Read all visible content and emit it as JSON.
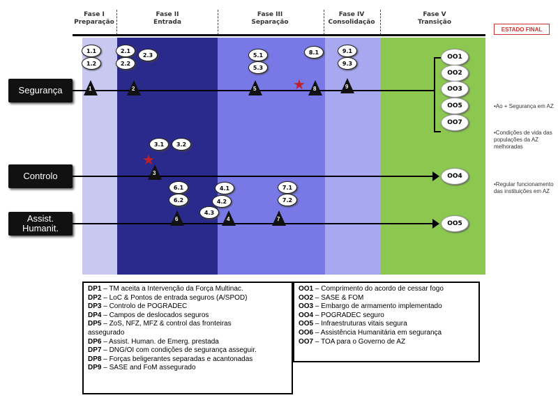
{
  "phases": [
    {
      "title": "Fase I",
      "subtitle": "Preparação"
    },
    {
      "title": "Fase II",
      "subtitle": "Entrada"
    },
    {
      "title": "Fase III",
      "subtitle": "Separação"
    },
    {
      "title": "Fase IV",
      "subtitle": "Consolidação"
    },
    {
      "title": "Fase V",
      "subtitle": "Transição"
    }
  ],
  "end_state_label": "ESTADO FINAL",
  "lanes": {
    "seguranca": "Segurança",
    "controlo": "Controlo",
    "assist": "Assist. Humanit."
  },
  "ovals": {
    "s11": "1.1",
    "s12": "1.2",
    "s21": "2.1",
    "s22": "2.2",
    "s23": "2.3",
    "s51": "5.1",
    "s53": "5.3",
    "s81": "8.1",
    "s91": "9.1",
    "s93": "9.3",
    "c31": "3.1",
    "c32": "3.2",
    "a61": "6.1",
    "a62": "6.2",
    "a41": "4.1",
    "a42": "4.2",
    "a43": "4.3",
    "a71": "7.1",
    "a72": "7.2"
  },
  "triangles": {
    "t1": "1",
    "t2": "2",
    "t5": "5",
    "t8": "8",
    "t9": "9",
    "t3": "3",
    "t6": "6",
    "t4": "4",
    "t7": "7"
  },
  "objectives": {
    "oo1": "OO1",
    "oo2": "OO2",
    "oo3": "OO3",
    "oo5": "OO5",
    "oo7": "OO7",
    "oo4": "OO4",
    "oo5b": "OO5"
  },
  "side_notes": [
    "•Ao + Segurança em AZ",
    "•Condições de vida das populações da AZ melhoradas",
    "•Regular funcionamento das instituições em AZ"
  ],
  "legend_left": [
    {
      "key": "DP1",
      "text": " – TM aceita a Intervenção da Força Multinac."
    },
    {
      "key": "DP2",
      "text": " – LoC & Pontos de entrada seguros (A/SPOD)"
    },
    {
      "key": "DP3",
      "text": " – Controlo de POGRADEC"
    },
    {
      "key": "DP4",
      "text": " – Campos de deslocados seguros"
    },
    {
      "key": "DP5",
      "text": " – ZoS, NFZ, MFZ & control das fronteiras"
    },
    {
      "key": "",
      "text": "assegurado"
    },
    {
      "key": "DP6",
      "text": " – Assist. Human. de Emerg. prestada"
    },
    {
      "key": "DP7",
      "text": " – DNG/OI com condições de segurança asseguir."
    },
    {
      "key": "DP8",
      "text": " – Forças beligerantes separadas e acantonadas"
    },
    {
      "key": "DP9",
      "text": " – SASE and FoM assegurado"
    }
  ],
  "legend_right": [
    {
      "key": "OO1",
      "text": " – Comprimento do acordo de cessar fogo"
    },
    {
      "key": "OO2",
      "text": " – SASE & FOM"
    },
    {
      "key": "OO3",
      "text": " – Embargo de armamento implementado"
    },
    {
      "key": "OO4",
      "text": " – POGRADEC seguro"
    },
    {
      "key": "OO5",
      "text": " – Infraestruturas vitais segura"
    },
    {
      "key": "OO6",
      "text": " – Assistência Humanitária em segurança"
    },
    {
      "key": "OO7",
      "text": " – TOA para o Governo de AZ"
    }
  ],
  "colors": {
    "band1": "#c8c8f0",
    "band2": "#2a2a8c",
    "band3": "#7878e6",
    "band4": "#a8a8f0",
    "band5": "#8cc850",
    "end_state": "#d03030"
  }
}
